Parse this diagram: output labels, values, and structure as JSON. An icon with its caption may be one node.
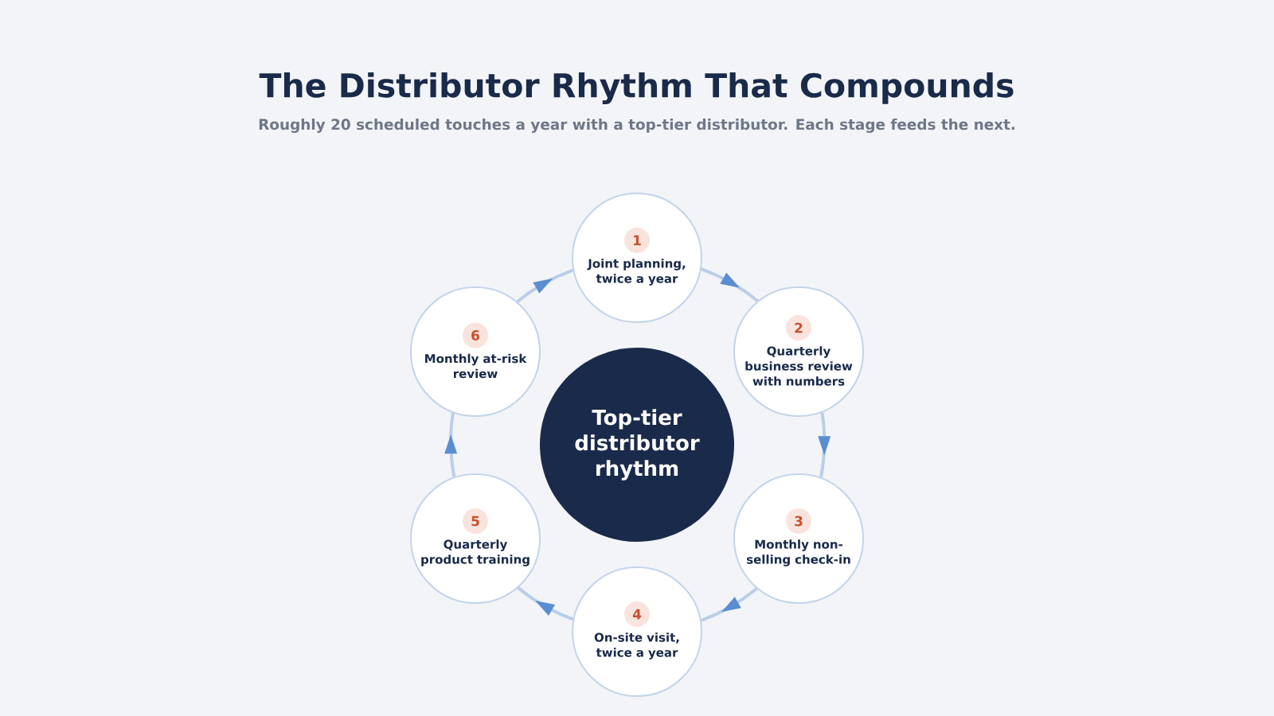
{
  "diagram": {
    "title": "The Distributor Rhythm That Compounds",
    "caption": "Roughly 20 scheduled touches a year with a top-tier distributor. Each stage feeds the next.",
    "nodes": [
      {
        "text": [
          "1",
          "Joint planning, twice a year"
        ]
      },
      {
        "text": [
          "2",
          "Quarterly business review with numbers"
        ]
      },
      {
        "text": [
          "3",
          "Monthly non-selling check-in"
        ]
      },
      {
        "text": [
          "4",
          "On-site visit, twice a year"
        ]
      },
      {
        "text": [
          "5",
          "Quarterly product training"
        ]
      },
      {
        "text": [
          "6",
          "Monthly at-risk review"
        ]
      },
      {
        "text": [
          "Top-tier distributor rhythm"
        ]
      }
    ],
    "edges": [
      {
        "from": 0,
        "to": 1,
        "arrow": "to"
      },
      {
        "from": 1,
        "to": 2,
        "arrow": "to"
      },
      {
        "from": 2,
        "to": 3,
        "arrow": "to"
      },
      {
        "from": 3,
        "to": 4,
        "arrow": "to"
      },
      {
        "from": 4,
        "to": 5,
        "arrow": "to"
      },
      {
        "from": 5,
        "to": 0,
        "arrow": "to"
      }
    ]
  }
}
